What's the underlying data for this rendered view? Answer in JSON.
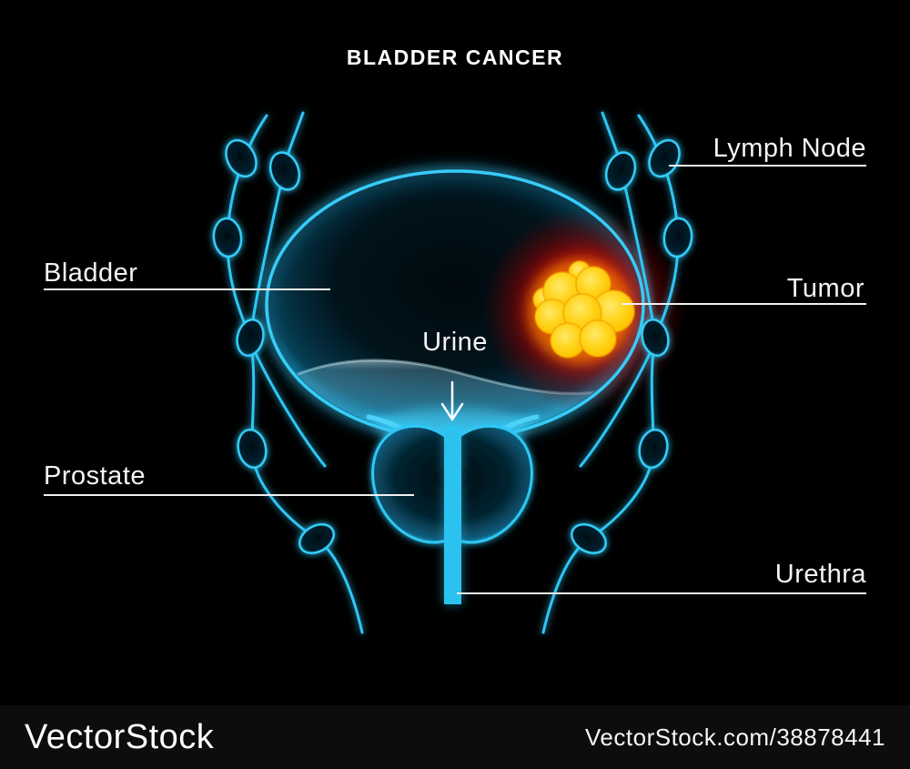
{
  "title": "BLADDER CANCER",
  "labels": {
    "lymph_node": "Lymph Node",
    "bladder": "Bladder",
    "tumor": "Tumor",
    "urine": "Urine",
    "prostate": "Prostate",
    "urethra": "Urethra"
  },
  "footer": {
    "brand": "VectorStock",
    "credit": "VectorStock.com/38878441"
  },
  "colors": {
    "background": "#000000",
    "anatomy_cyan": "#2DC6F5",
    "tumor_glow_red": "#E20A00",
    "tumor_yellow": "#FFD21E",
    "label_white": "#F4F4F4",
    "footer_background": "#0D0D0D"
  },
  "icons": {
    "urine_flow_arrow": "arrow-down"
  }
}
